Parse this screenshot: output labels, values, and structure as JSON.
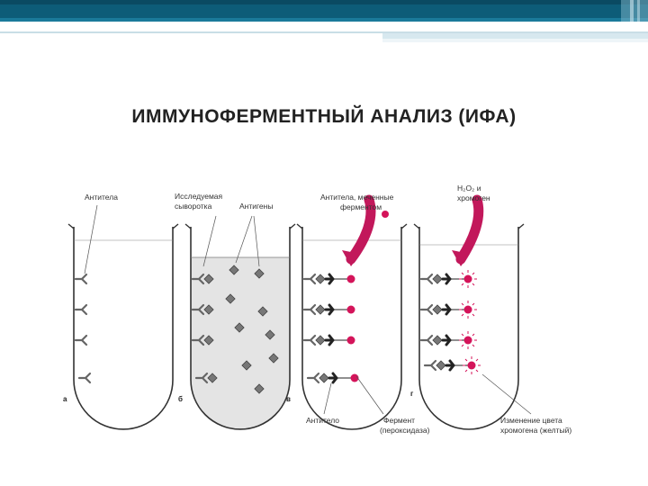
{
  "slide": {
    "title": "ИММУНОФЕРМЕНТНЫЙ АНАЛИЗ (ИФА)",
    "accent_color": "#0d5c78",
    "magenta": "#d4145a"
  },
  "diagram": {
    "panels": [
      {
        "letter": "а"
      },
      {
        "letter": "б"
      },
      {
        "letter": "в"
      },
      {
        "letter": "г"
      }
    ],
    "labels": {
      "antibodies": "Антитела",
      "serum_line1": "Исследуемая",
      "serum_line2": "сыворотка",
      "antigens": "Антигены",
      "labeled_line1": "Антитела, меченные",
      "labeled_line2": "ферментом",
      "h2o2_line1": "H₂O₂ и",
      "h2o2_line2": "хромоген",
      "antibody": "Антитело",
      "enzyme_line1": "Фермент",
      "enzyme_line2": "(пероксидаза)",
      "color_line1": "Изменение цвета",
      "color_line2": "хромогена (желтый)"
    }
  }
}
